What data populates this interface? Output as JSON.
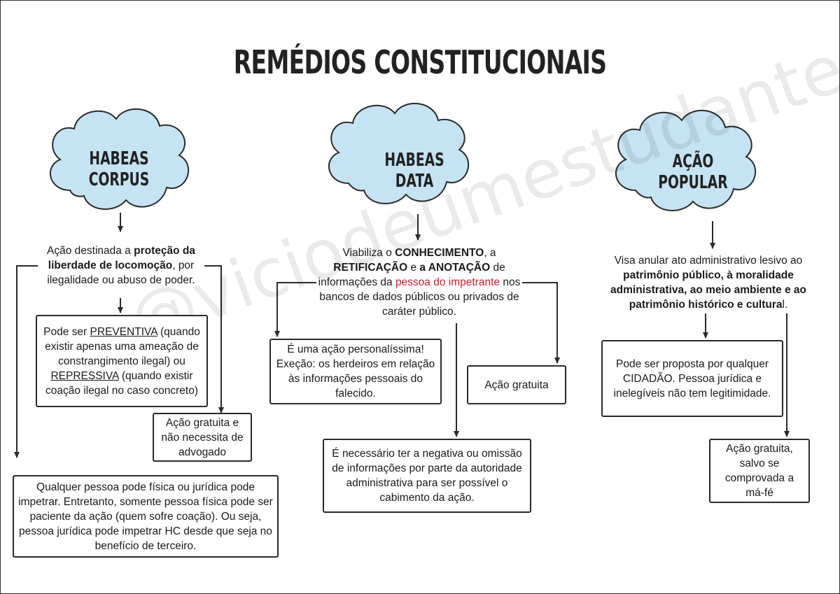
{
  "title": "REMÉDIOS CONSTITUCIONAIS",
  "watermark": "@viciodeumestudante",
  "colors": {
    "cloud_fill": "#c5e3f3",
    "stroke": "#2a2a2a",
    "highlight": "#c8202c"
  },
  "habeas_corpus": {
    "label": "HABEAS CORPUS",
    "desc": {
      "p1": "Ação destinada a ",
      "b1": "proteção da liberdade de locomoção",
      "p2": ", por ilegalidade ou abuso de poder."
    },
    "box_tipos": {
      "p1": "Pode ser ",
      "u1": "PREVENTIVA",
      "p2": " (quando existir apenas uma ameação de constrangimento ilegal) ou ",
      "u2": "REPRESSIVA",
      "p3": " (quando existir coação ilegal no caso concreto)"
    },
    "box_gratuita": "Ação gratuita e não necessita de advogado",
    "box_legitimidade": "Qualquer pessoa pode física ou jurídica pode impetrar. Entretanto, somente pessoa física pode ser paciente da ação (quem sofre coação). Ou seja, pessoa jurídica pode impetrar HC desde que seja no benefício de terceiro."
  },
  "habeas_data": {
    "label": "HABEAS DATA",
    "desc": {
      "p1": "Viabiliza o ",
      "b1": "CONHECIMENTO",
      "p2": ", a ",
      "b2": "RETIFICAÇÃO",
      "p3": " e ",
      "b3": "a ANOTAÇÃO",
      "p4": " de informações da ",
      "r1": "pessoa do impetrante",
      "p5": " nos bancos de dados públicos ou privados de caráter público."
    },
    "box_personalissima": "É uma ação personalíssima! Exeção: os herdeiros em relação às informações pessoais do falecido.",
    "box_gratuita": "Ação gratuita",
    "box_negativa": "É necessário ter a negativa ou omissão de informações por parte da autoridade administrativa para ser possível o cabimento da ação."
  },
  "acao_popular": {
    "label": "AÇÃO POPULAR",
    "desc": {
      "p1": "Visa anular ato administrativo lesivo ao ",
      "b1": "patrimônio público, à moralidade administrativa, ao meio ambiente e ao patrimônio histórico e cultura",
      "p2": "l."
    },
    "box_proposta": "Pode ser proposta por qualquer CIDADÃO. Pessoa jurídica e inelegíveis não tem legitimidade.",
    "box_gratuita": "Ação gratuita, salvo se comprovada a má-fé"
  }
}
